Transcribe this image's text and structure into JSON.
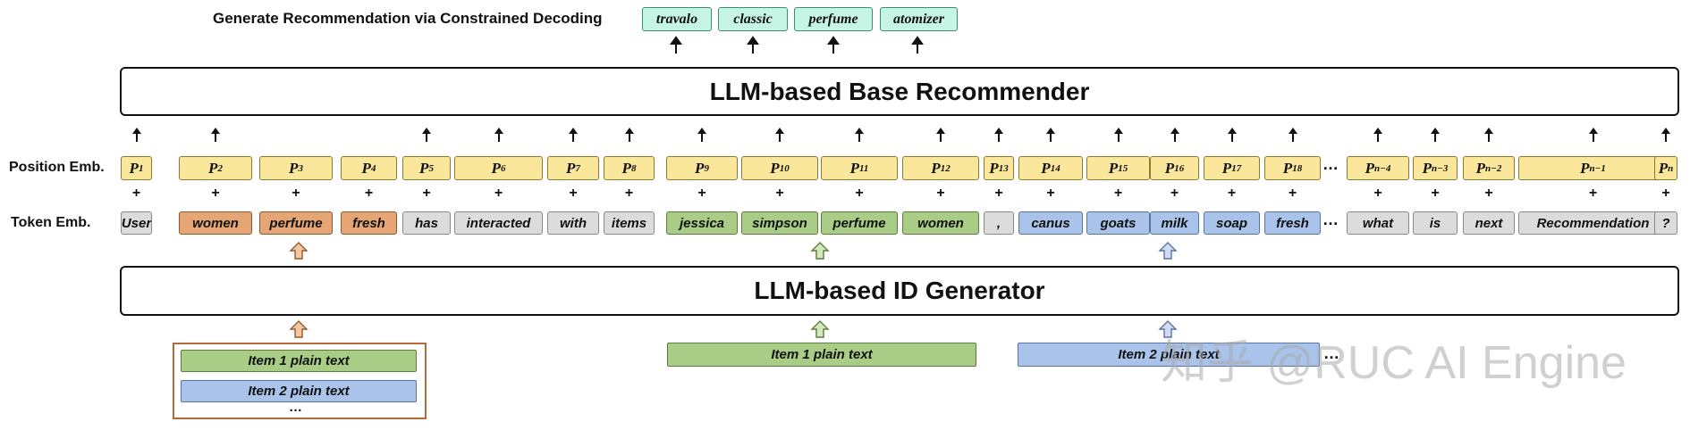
{
  "title": "Generate Recommendation via Constrained Decoding",
  "output_tokens": [
    "travalo",
    "classic",
    "perfume",
    "atomizer"
  ],
  "base_recommender_label": "LLM-based Base Recommender",
  "id_generator_label": "LLM-based ID Generator",
  "position_row_label": "Position Emb.",
  "token_row_label": "Token Emb.",
  "position_tokens": [
    {
      "base": "P",
      "sub": "1"
    },
    {
      "base": "P",
      "sub": "2"
    },
    {
      "base": "P",
      "sub": "3"
    },
    {
      "base": "P",
      "sub": "4"
    },
    {
      "base": "P",
      "sub": "5"
    },
    {
      "base": "P",
      "sub": "6"
    },
    {
      "base": "P",
      "sub": "7"
    },
    {
      "base": "P",
      "sub": "8"
    },
    {
      "base": "P",
      "sub": "9"
    },
    {
      "base": "P",
      "sub": "10"
    },
    {
      "base": "P",
      "sub": "11"
    },
    {
      "base": "P",
      "sub": "12"
    },
    {
      "base": "P",
      "sub": "13"
    },
    {
      "base": "P",
      "sub": "14"
    },
    {
      "base": "P",
      "sub": "15"
    },
    {
      "base": "P",
      "sub": "16"
    },
    {
      "base": "P",
      "sub": "17"
    },
    {
      "base": "P",
      "sub": "18"
    },
    {
      "base": "P",
      "sub": "n−4"
    },
    {
      "base": "P",
      "sub": "n−3"
    },
    {
      "base": "P",
      "sub": "n−2"
    },
    {
      "base": "P",
      "sub": "n−1"
    },
    {
      "base": "P",
      "sub": "n"
    }
  ],
  "tokens": [
    {
      "text": "User",
      "group": "gray"
    },
    {
      "text": "women",
      "group": "orange"
    },
    {
      "text": "perfume",
      "group": "orange"
    },
    {
      "text": "fresh",
      "group": "orange"
    },
    {
      "text": "has",
      "group": "gray"
    },
    {
      "text": "interacted",
      "group": "gray"
    },
    {
      "text": "with",
      "group": "gray"
    },
    {
      "text": "items",
      "group": "gray"
    },
    {
      "text": "jessica",
      "group": "green"
    },
    {
      "text": "simpson",
      "group": "green"
    },
    {
      "text": "perfume",
      "group": "green"
    },
    {
      "text": "women",
      "group": "green"
    },
    {
      "text": ",",
      "group": "gray"
    },
    {
      "text": "canus",
      "group": "blue"
    },
    {
      "text": "goats",
      "group": "blue"
    },
    {
      "text": "milk",
      "group": "blue"
    },
    {
      "text": "soap",
      "group": "blue"
    },
    {
      "text": "fresh",
      "group": "blue"
    },
    {
      "text": "what",
      "group": "gray"
    },
    {
      "text": "is",
      "group": "gray"
    },
    {
      "text": "next",
      "group": "gray"
    },
    {
      "text": "Recommendation",
      "group": "gray"
    },
    {
      "text": "?",
      "group": "gray"
    }
  ],
  "ellipsis": "…",
  "user_items": [
    "Item 1 plain text",
    "Item 2 plain text"
  ],
  "user_items_more": "…",
  "item1_label": "Item 1 plain text",
  "item2_label": "Item 2 plain text",
  "item2_more": "…",
  "watermark": "知乎 @RUC AI Engine",
  "colors": {
    "orange": "#e5a574",
    "green": "#a9cc86",
    "blue": "#a9c3ea",
    "gray": "#dcdcdc",
    "position": "#fbe79b",
    "output": "#c6f5e6",
    "user_box_border": "#b8693a"
  }
}
